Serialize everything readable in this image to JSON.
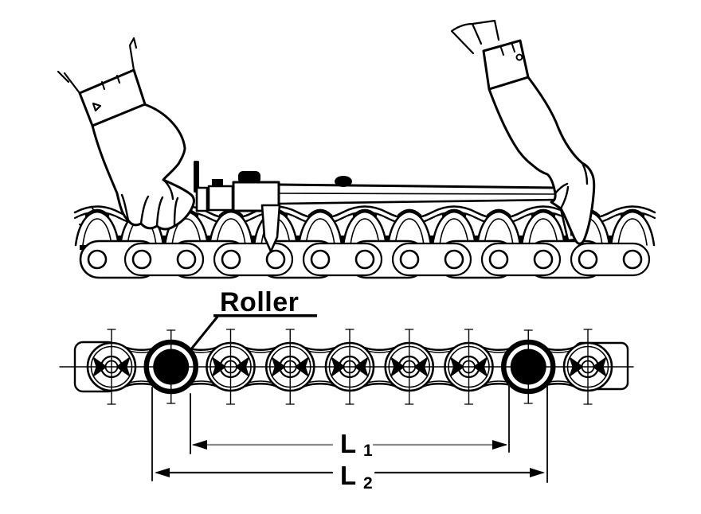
{
  "diagram": {
    "colors": {
      "background": "#ffffff",
      "ink": "#000000",
      "l1_line": "#8a8a8a",
      "l2_line": "#1a1a1a"
    },
    "callout": {
      "roller_label": "Roller"
    },
    "dimensions": {
      "l1": {
        "base": "L",
        "subscript": "1"
      },
      "l2": {
        "base": "L",
        "subscript": "2"
      }
    }
  }
}
